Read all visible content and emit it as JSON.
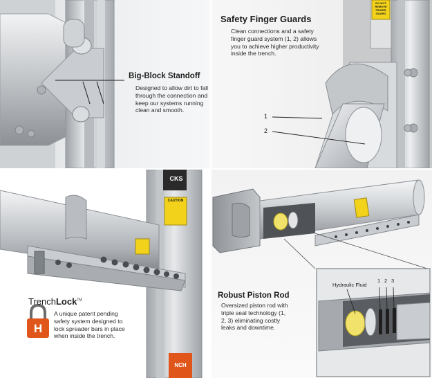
{
  "panels": {
    "standoff": {
      "title": "Big-Block Standoff",
      "description_lines": [
        "Designed to allow dirt to fall",
        "through the connection and",
        "keep our systems running",
        "clean and smooth."
      ]
    },
    "finger_guards": {
      "title": "Safety Finger Guards",
      "description_lines": [
        "Clean connections and a safety",
        "finger guard system (1, 2) allows",
        "you to achieve higher productivity",
        "inside the trench."
      ],
      "callout_1": "1",
      "callout_2": "2",
      "sticker_text": "DO NOT REMOVE FINGER GUARD"
    },
    "trenchlock": {
      "brand_prefix": "Trench",
      "brand_suffix": "Lock",
      "trademark": "TM",
      "description_lines": [
        "A unique patent pending",
        "safety system designed to",
        "lock spreader bars in place",
        "when inside the trench."
      ],
      "caution_label": "CAUTION",
      "post_text": "CKS",
      "post_text_bottom": "NCH",
      "lock_letter": "H"
    },
    "piston": {
      "title": "Robust Piston Rod",
      "description_lines": [
        "Oversized piston rod with",
        "triple seal technology (1,",
        "2, 3) eliminating costly",
        "leaks and downtime."
      ],
      "hydraulic_label": "Hydraulic Fluid",
      "seal_1": "1",
      "seal_2": "2",
      "seal_3": "3"
    }
  },
  "colors": {
    "accent_orange": "#e0561a",
    "caution_yellow": "#f2d21a",
    "metal_light": "#e3e5e7",
    "metal_dark": "#8e9398",
    "text_dark": "#1d1d1d"
  }
}
